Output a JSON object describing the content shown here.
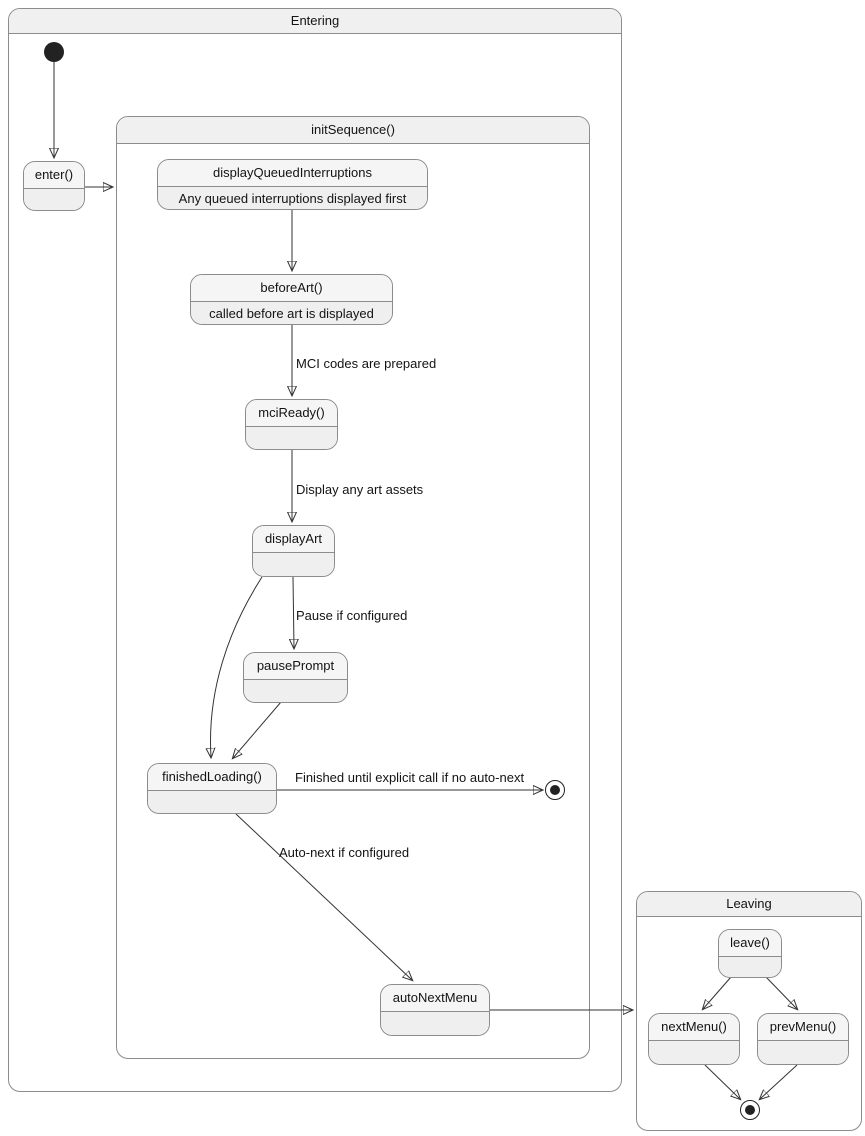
{
  "diagram": {
    "groups": {
      "entering": {
        "title": "Entering"
      },
      "initSequence": {
        "title": "initSequence()"
      },
      "leaving": {
        "title": "Leaving"
      }
    },
    "states": {
      "enter": {
        "label": "enter()"
      },
      "displayQueuedInterruptions": {
        "label": "displayQueuedInterruptions",
        "description": "Any queued interruptions displayed first"
      },
      "beforeArt": {
        "label": "beforeArt()",
        "description": "called before art is displayed"
      },
      "mciReady": {
        "label": "mciReady()"
      },
      "displayArt": {
        "label": "displayArt"
      },
      "pausePrompt": {
        "label": "pausePrompt"
      },
      "finishedLoading": {
        "label": "finishedLoading()"
      },
      "autoNextMenu": {
        "label": "autoNextMenu"
      },
      "leave": {
        "label": "leave()"
      },
      "nextMenu": {
        "label": "nextMenu()"
      },
      "prevMenu": {
        "label": "prevMenu()"
      }
    },
    "edge_labels": {
      "mci_ready": "MCI codes are prepared",
      "display_assets": "Display any art assets",
      "pause": "Pause if configured",
      "finished": "Finished until explicit call if no auto-next",
      "auto_next": "Auto-next if configured"
    },
    "colors": {
      "state_fill": "#f1f1f1",
      "state_border": "#8c8c8c",
      "header_fill": "#f0f0f0",
      "line": "#333333",
      "text": "#131313",
      "pseudo_state": "#222222"
    }
  }
}
